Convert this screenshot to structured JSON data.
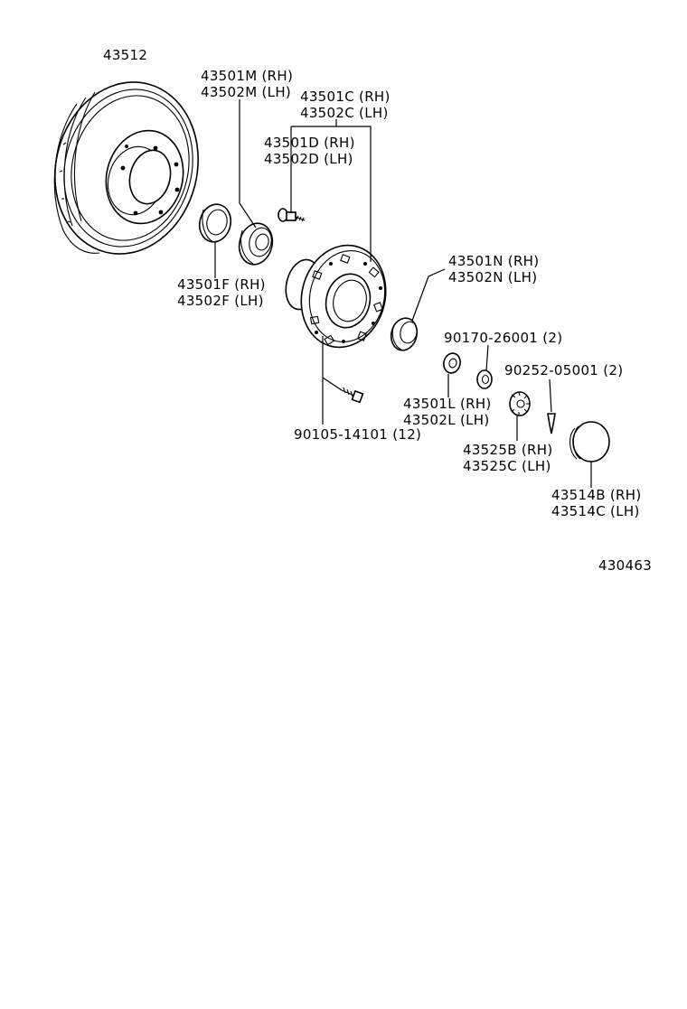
{
  "diagram": {
    "figure_number": "430463",
    "callouts": [
      {
        "id": "rotor",
        "lines": [
          "43512"
        ]
      },
      {
        "id": "outer-seal-m",
        "lines": [
          "43501M (RH)",
          "43502M (LH)"
        ]
      },
      {
        "id": "hub-assy",
        "lines": [
          "43501C (RH)",
          "43502C (LH)"
        ]
      },
      {
        "id": "hub-bolt",
        "lines": [
          "43501D (RH)",
          "43502D (LH)"
        ]
      },
      {
        "id": "oil-seal-f",
        "lines": [
          "43501F (RH)",
          "43502F (LH)"
        ]
      },
      {
        "id": "bearing-n",
        "lines": [
          "43501N (RH)",
          "43502N (LH)"
        ]
      },
      {
        "id": "washer-nut",
        "lines": [
          "90170-26001 (2)"
        ]
      },
      {
        "id": "cotter-pin",
        "lines": [
          "90252-05001 (2)"
        ]
      },
      {
        "id": "washer-l",
        "lines": [
          "43501L (RH)",
          "43502L (LH)"
        ]
      },
      {
        "id": "lock-cap",
        "lines": [
          "43525B (RH)",
          "43525C (LH)"
        ]
      },
      {
        "id": "grease-cap",
        "lines": [
          "43514B (RH)",
          "43514C (LH)"
        ]
      },
      {
        "id": "rotor-bolt",
        "lines": [
          "90105-14101 (12)"
        ]
      }
    ]
  }
}
